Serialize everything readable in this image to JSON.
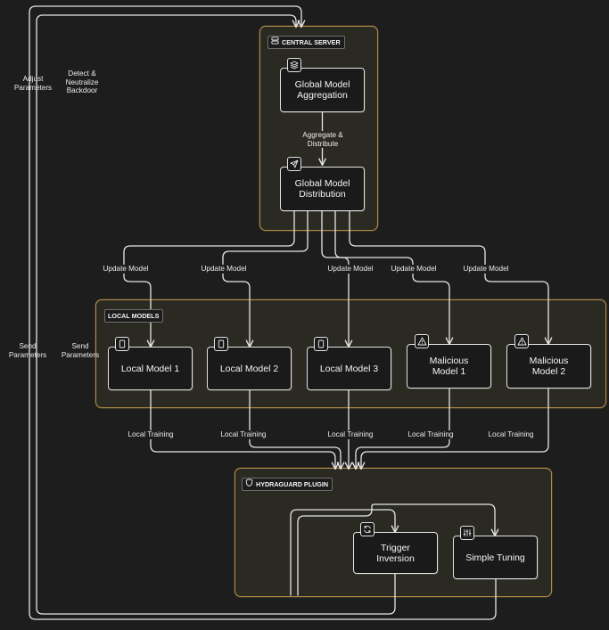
{
  "groups": {
    "central_server": "CENTRAL SERVER",
    "local_models": "LOCAL MODELS",
    "hydraguard": "HYDRAGUARD PLUGIN"
  },
  "nodes": {
    "global_aggregation": "Global Model\nAggregation",
    "global_distribution": "Global Model\nDistribution",
    "local_1": "Local Model 1",
    "local_2": "Local Model 2",
    "local_3": "Local Model 3",
    "malicious_1": "Malicious\nModel 1",
    "malicious_2": "Malicious\nModel 2",
    "trigger_inversion": "Trigger\nInversion",
    "simple_tuning": "Simple Tuning"
  },
  "edges": {
    "aggregate_distribute": "Aggregate &\nDistribute",
    "update_model_1": "Update Model",
    "update_model_2": "Update Model",
    "update_model_3": "Update Model",
    "update_model_4": "Update Model",
    "update_model_5": "Update Model",
    "local_training_1": "Local Training",
    "local_training_2": "Local Training",
    "local_training_3": "Local Training",
    "local_training_4": "Local Training",
    "local_training_5": "Local Training"
  },
  "side_labels": {
    "adjust_parameters": "Adjust\nParameters",
    "detect_neutralize": "Detect &\nNeutralize\nBackdoor",
    "send_parameters_outer": "Send\nParameters",
    "send_parameters_inner": "Send\nParameters"
  },
  "icons": {
    "central_server": "server-icon",
    "global_aggregation": "layers-icon",
    "global_distribution": "send-icon",
    "local_models": "tablet-icon",
    "malicious": "warning-icon",
    "hydraguard": "shield-icon",
    "trigger_inversion": "refresh-icon",
    "simple_tuning": "sliders-icon"
  },
  "colors": {
    "background": "#1d1d1d",
    "group_fill": "#2b2a22",
    "group_border": "#b08a47",
    "node_fill": "#1a1a1a",
    "line": "#e6e6e6"
  }
}
